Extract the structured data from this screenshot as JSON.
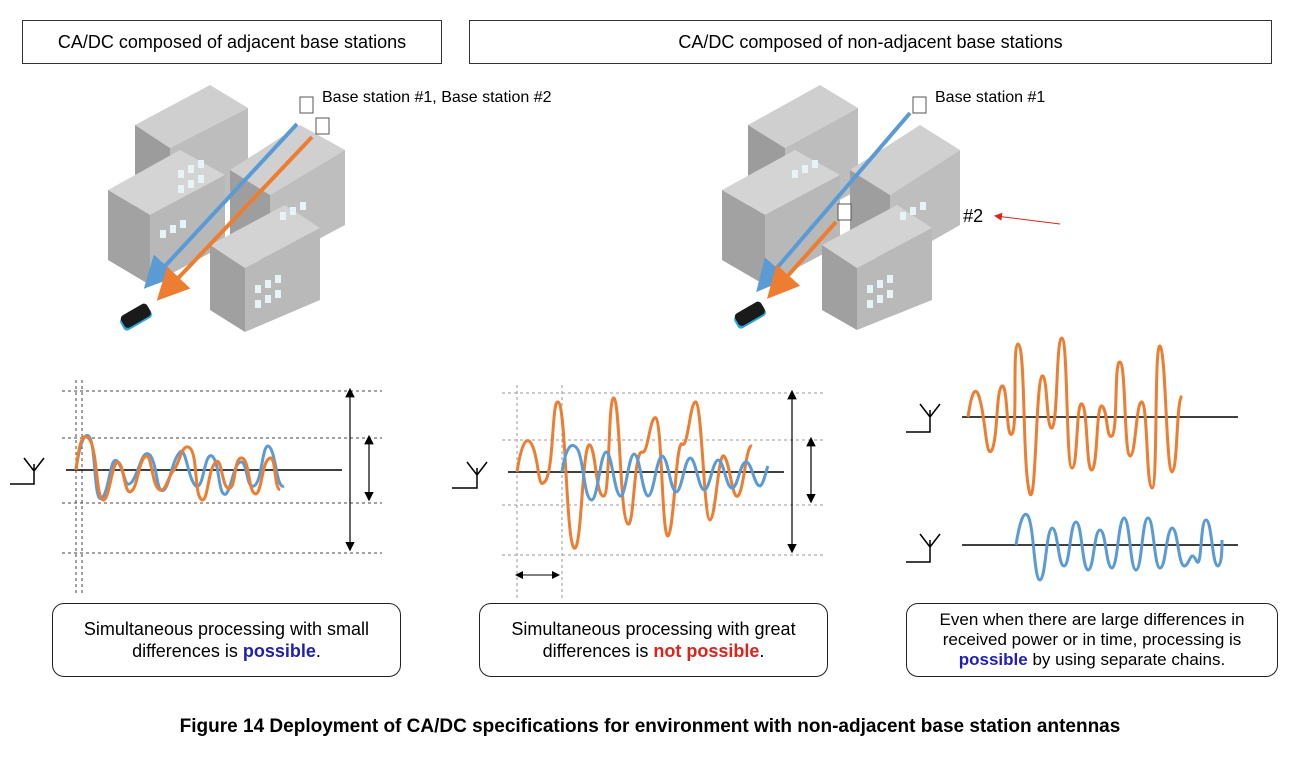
{
  "headers": {
    "left": "CA/DC composed of adjacent base stations",
    "right": "CA/DC composed of non-adjacent base stations"
  },
  "labels": {
    "adjacent_bs": "Base station #1, Base station #2",
    "bs1": "Base station #1",
    "bs2": "Base station #2"
  },
  "captions": {
    "left": {
      "pre": "Simultaneous processing with small differences is ",
      "em": "possible",
      "post": "."
    },
    "middle": {
      "pre": "Simultaneous processing with great differences is ",
      "em": "not possible",
      "post": "."
    },
    "right": {
      "pre": "Even when there are large differences in received power or in time, processing is ",
      "em": "possible",
      "post": " by using separate chains."
    }
  },
  "figure_caption": "Figure 14  Deployment of CA/DC specifications for environment with non-adjacent base station antennas",
  "colors": {
    "blue_signal": "#5b9bd5",
    "orange_signal": "#ed7d31",
    "possible": "#1f1fb4",
    "not_possible": "#e0231a"
  }
}
